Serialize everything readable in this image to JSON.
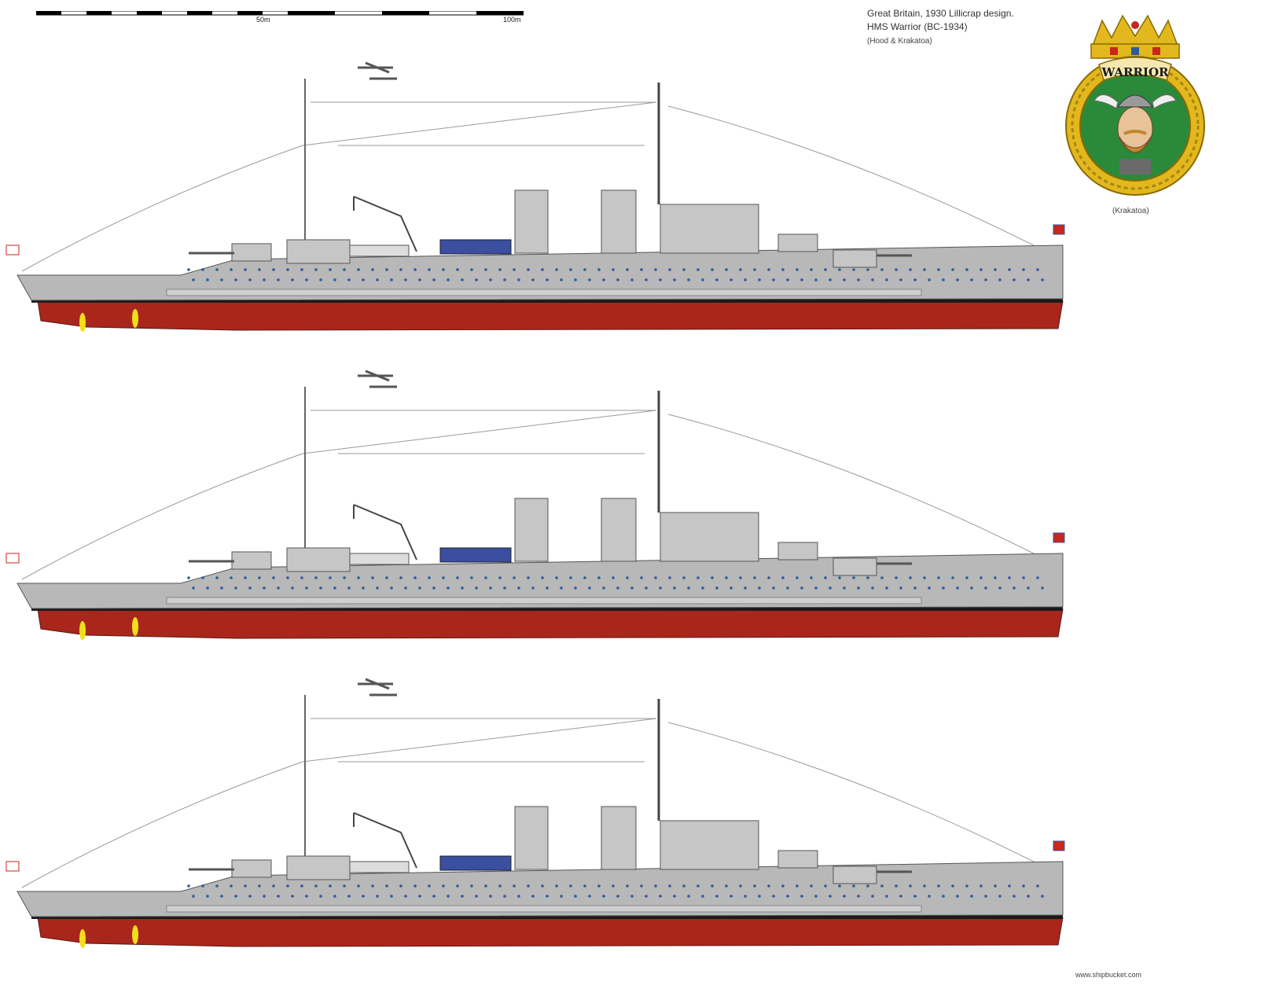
{
  "scale": {
    "tick_labels": [
      "50m",
      "100m"
    ]
  },
  "caption": {
    "line1": "Great Britain, 1930 Lillicrap design.",
    "line2": "HMS Warrior (BC-1934)",
    "line3": "(Hood & Krakatoa)"
  },
  "badge": {
    "ship_name": "WARRIOR",
    "caption": "(Krakatoa)"
  },
  "credit": "www.shipbucket.com",
  "colors": {
    "hull_grey": "#b8b8b8",
    "superstructure_grey": "#c6c6c6",
    "antifouling_red": "#a8261b",
    "boot_topping": "#1a1a1a",
    "badge_green": "#2a8a3a",
    "badge_gold": "#e2b81e",
    "porthole_blue": "#2d5a9e",
    "propeller_yellow": "#f2df1a"
  },
  "profiles": [
    {
      "variant": "top"
    },
    {
      "variant": "middle"
    },
    {
      "variant": "bottom"
    }
  ]
}
